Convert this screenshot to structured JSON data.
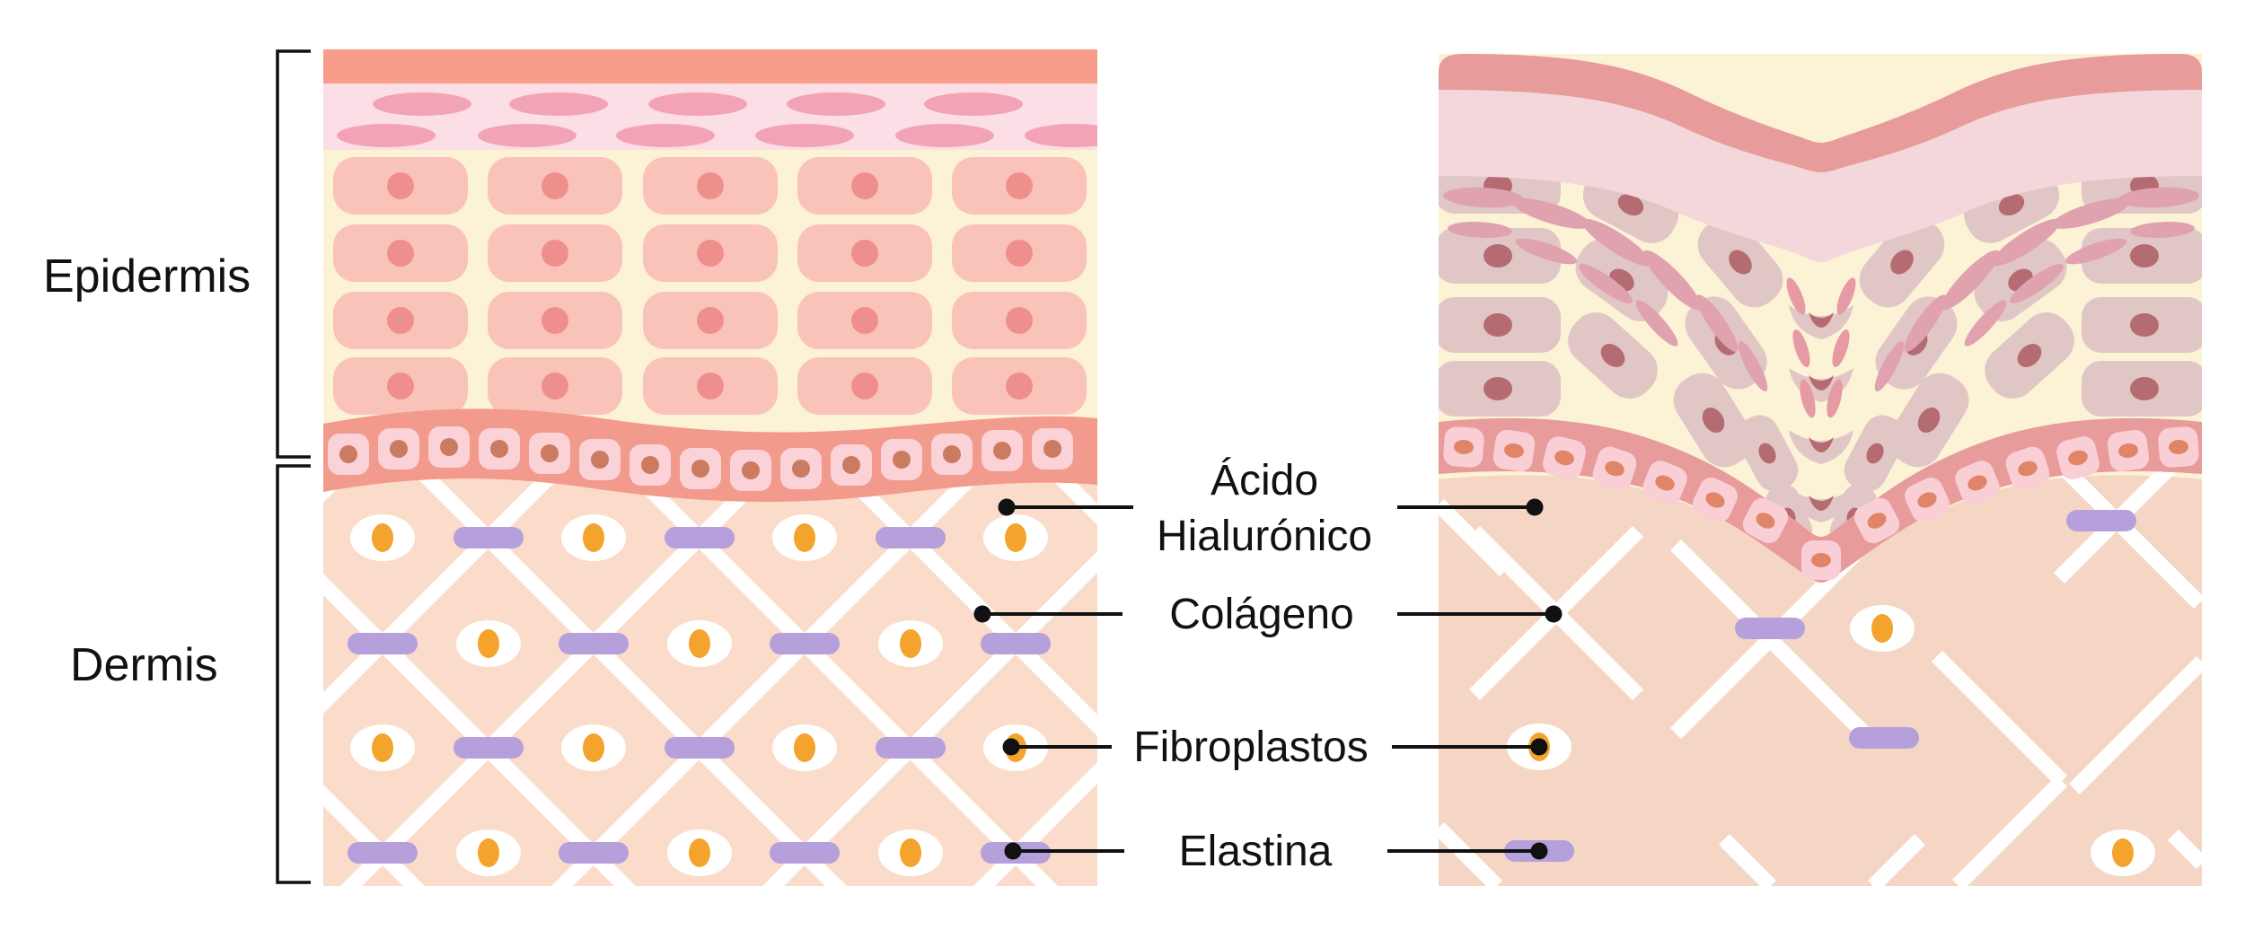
{
  "diagram_title": "",
  "side_labels": {
    "epidermis": "Epidermis",
    "dermis": "Dermis"
  },
  "annotations": {
    "acido": {
      "line1": "Ácido",
      "line2": "Hialurónico"
    },
    "colageno": "Colágeno",
    "fibroplastos": "Fibroplastos",
    "elastina": "Elastina"
  },
  "panels": {
    "left": {
      "structures": [
        "stratum-corneum",
        "granular-layer",
        "keratinocyte-grid",
        "basal-layer",
        "dermis-lattice",
        "fibroblasts",
        "elastin-fibers"
      ]
    },
    "right": {
      "structures": [
        "wrinkled-stratum-corneum",
        "compressed-granular-layer",
        "distorted-keratinocytes",
        "sagging-basal-layer",
        "sparse-dermis",
        "fewer-fibroblasts",
        "fewer-elastin-fibers"
      ]
    }
  },
  "palette": {
    "background": "#ffffff",
    "text": "#111111",
    "left_stripe": "#F89C8C",
    "left_band2_bg": "#FBDEE6",
    "left_band2_ellipse": "#F2A4B6",
    "cream": "#FCF2D6",
    "left_cell": "#FAC3B9",
    "left_nucleus": "#EF8F8D",
    "left_basal_band": "#F29A8C",
    "left_basal_cell": "#FAD2D7",
    "left_basal_nucleus": "#CB7B60",
    "left_dermis": "#FBDCCA",
    "right_stripe": "#E89B9B",
    "right_band2_bg": "#F3D7DB",
    "right_band2_dash": "#DFA2AE",
    "right_cell": "#E0C6C5",
    "right_nucleus": "#B56B72",
    "right_basal_band": "#E79B9B",
    "right_basal_cell": "#F9CED5",
    "right_basal_nucleus": "#E08567",
    "right_dermis": "#F5D6C4",
    "fibroblast_body": "#FFFFFF",
    "fibroblast_core": "#F4A42C",
    "elastin": "#B5A0DC",
    "collagen_line": "#FFFFFF"
  }
}
